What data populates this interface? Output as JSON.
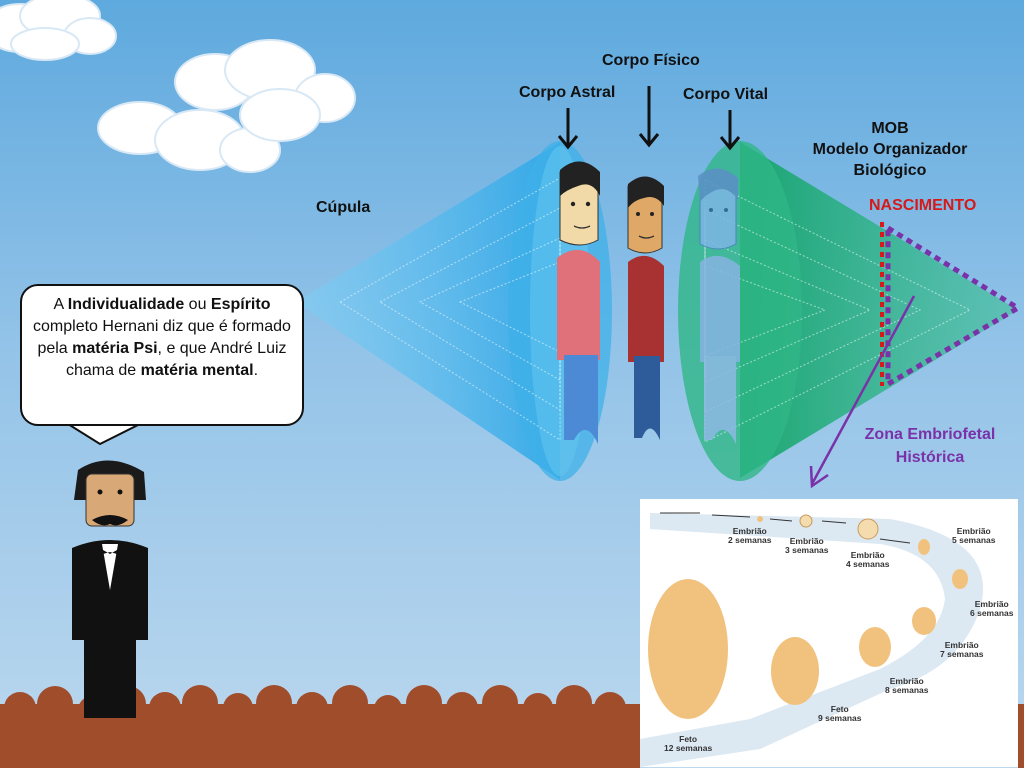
{
  "labels": {
    "corpo_fisico": "Corpo Físico",
    "corpo_astral": "Corpo Astral",
    "corpo_vital": "Corpo Vital",
    "cupula": "Cúpula",
    "mob_1": "MOB",
    "mob_2": "Modelo Organizador",
    "mob_3": "Biológico",
    "nascimento": "NASCIMENTO",
    "zona_1": "Zona Embriofetal",
    "zona_2": "Histórica"
  },
  "speech": {
    "t1": "A ",
    "b1": "Individualidade",
    "t2": " ou ",
    "b2": "Espírito",
    "t3": " completo Hernani diz que é formado pela ",
    "b3": "matéria Psi",
    "t4": ", e que André Luiz chama de ",
    "b4": "matéria mental",
    "t5": "."
  },
  "embryo_stages": [
    {
      "l1": "Embrião",
      "l2": "2 semanas"
    },
    {
      "l1": "Embrião",
      "l2": "3 semanas"
    },
    {
      "l1": "Embrião",
      "l2": "4 semanas"
    },
    {
      "l1": "Embrião",
      "l2": "5 semanas"
    },
    {
      "l1": "Embrião",
      "l2": "6 semanas"
    },
    {
      "l1": "Embrião",
      "l2": "7 semanas"
    },
    {
      "l1": "Embrião",
      "l2": "8 semanas"
    },
    {
      "l1": "Feto",
      "l2": "9 semanas"
    },
    {
      "l1": "Feto",
      "l2": "12 semanas"
    }
  ],
  "colors": {
    "nascimento": "#d61a1a",
    "zona": "#7a32a8",
    "astral_cone": "#3fb0e8",
    "vital_cone": "#1faa70",
    "ground": "#a04d2c"
  }
}
